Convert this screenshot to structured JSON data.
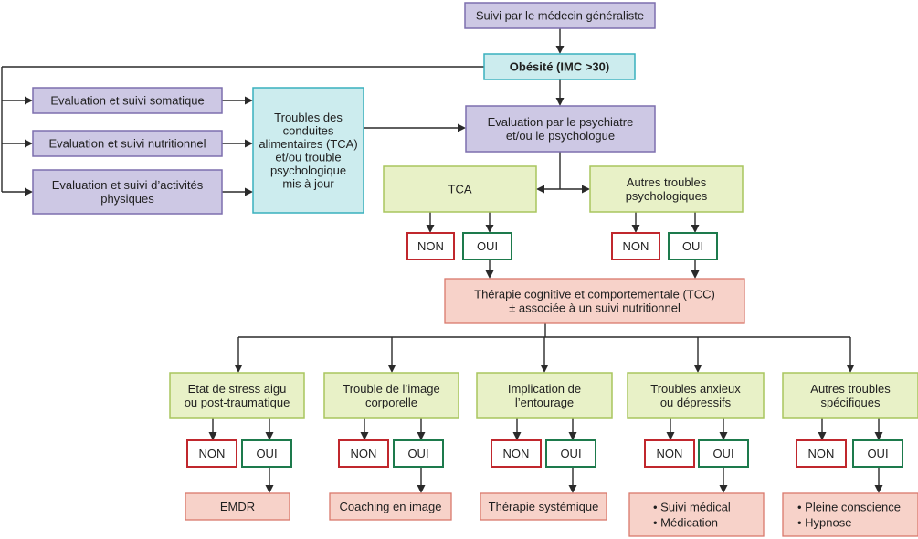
{
  "colors": {
    "purple_fill": "#cdc8e4",
    "purple_border": "#7d6fae",
    "cyan_fill": "#ccecee",
    "cyan_border": "#39b0bd",
    "green_fill": "#e8f1c7",
    "green_border": "#a9c55e",
    "pink_fill": "#f7d2c9",
    "pink_border": "#d9786c",
    "non_border": "#c0272d",
    "oui_border": "#1d7a4c",
    "line": "#2a2a2a"
  },
  "nodes": {
    "suivi_medecin": "Suivi par le médecin généraliste",
    "obesite": "Obésité (IMC >30)",
    "eval_somatique": "Evaluation et suivi somatique",
    "eval_nutritionnel": "Evaluation et suivi nutritionnel",
    "eval_activites": [
      "Evaluation et suivi d’activités",
      "physiques"
    ],
    "troubles_tca": [
      "Troubles des",
      "conduites",
      "alimentaires (TCA)",
      "et/ou trouble",
      "psychologique",
      "mis à jour"
    ],
    "eval_psy": [
      "Evaluation par le psychiatre",
      "et/ou le psychologue"
    ],
    "tca": "TCA",
    "autres_troubles_psy": [
      "Autres troubles",
      "psychologiques"
    ],
    "tcc": [
      "Thérapie cognitive et comportementale (TCC)",
      "± associée à un suivi nutritionnel"
    ],
    "stress": [
      "Etat de stress aigu",
      "ou post-traumatique"
    ],
    "image": [
      "Trouble de l’image",
      "corporelle"
    ],
    "entourage": [
      "Implication de",
      "l’entourage"
    ],
    "anxieux": [
      "Troubles anxieux",
      "ou dépressifs"
    ],
    "specifiques": [
      "Autres troubles",
      "spécifiques"
    ],
    "emdr": "EMDR",
    "coaching": "Coaching en image",
    "systemique": "Thérapie systémique",
    "medical": [
      "• Suivi médical",
      "• Médication"
    ],
    "pleine": [
      "• Pleine conscience",
      "• Hypnose"
    ],
    "non": "NON",
    "oui": "OUI"
  }
}
